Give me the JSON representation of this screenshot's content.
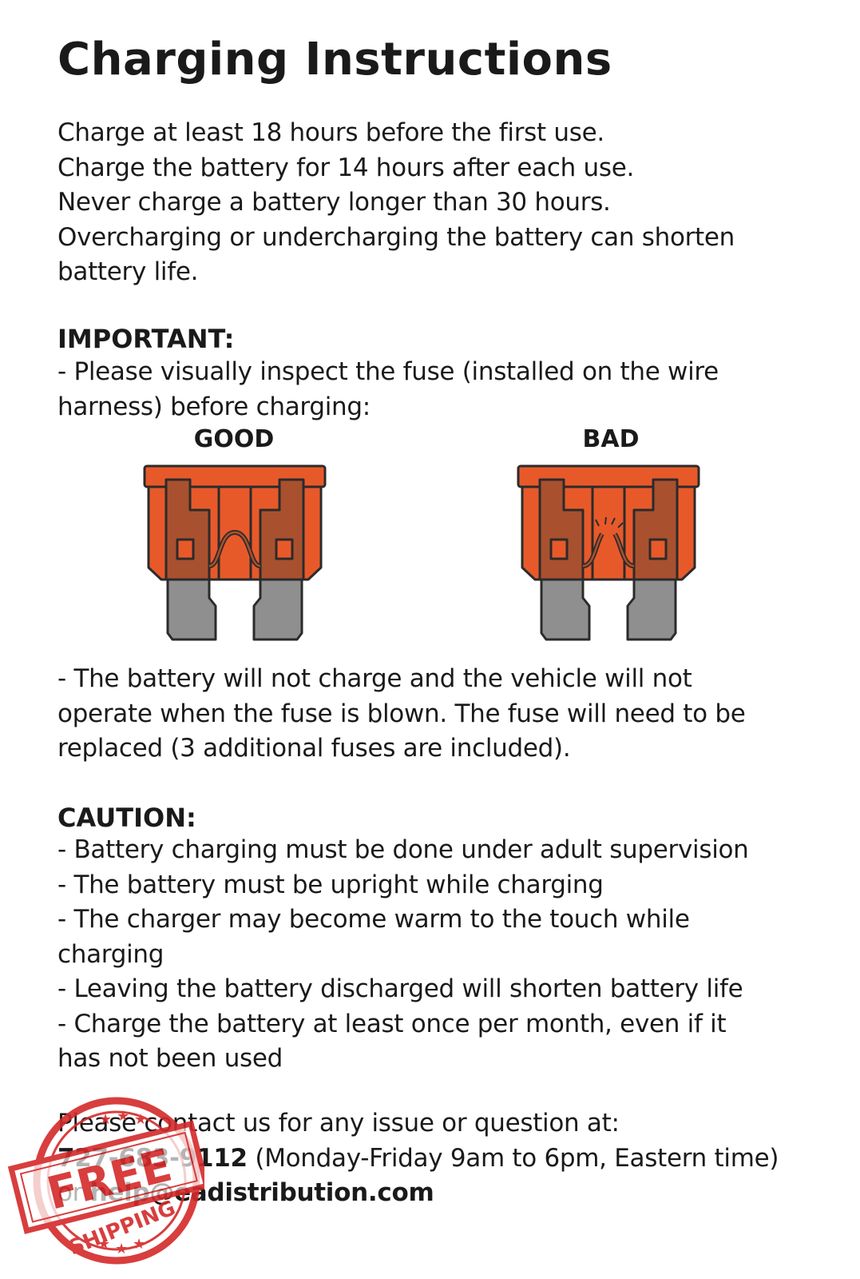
{
  "title": "Charging Instructions",
  "intro": [
    "Charge at least 18 hours before the first use.",
    "Charge the battery for 14 hours after each use.",
    "Never charge a battery longer than 30 hours.",
    "Overcharging or undercharging the battery can shorten",
    "battery life."
  ],
  "important": {
    "heading": "IMPORTANT:",
    "lines": [
      "- Please visually inspect the fuse (installed on the wire",
      "harness) before charging:"
    ]
  },
  "fuses": {
    "good_label": "GOOD",
    "bad_label": "BAD",
    "colors": {
      "body": "#e8592a",
      "inner": "#a9502f",
      "prong": "#8f8f8f",
      "outline": "#2b2b2b"
    }
  },
  "blown_note": [
    "- The battery will not charge and the vehicle will not",
    "operate when the fuse is blown. The fuse will need to be",
    "replaced (3 additional fuses are included)."
  ],
  "caution": {
    "heading": "CAUTION:",
    "lines": [
      "- Battery charging must be done under adult supervision",
      "- The battery must be upright while charging",
      "- The charger may become warm to the touch while",
      "charging",
      "- Leaving the battery discharged will shorten battery life",
      "- Charge the battery at least once per month, even if it",
      "has not been used"
    ]
  },
  "contact": {
    "intro": "Please contact us for any issue or question at:",
    "phone": "727-683-9112",
    "hours": " (Monday-Friday 9am to 6pm, Eastern time)",
    "or": "or ",
    "email": "help@eadistribution.com"
  },
  "stamp": {
    "line1": "FREE",
    "line2": "SHIPPING",
    "color": "#d42a2a"
  }
}
